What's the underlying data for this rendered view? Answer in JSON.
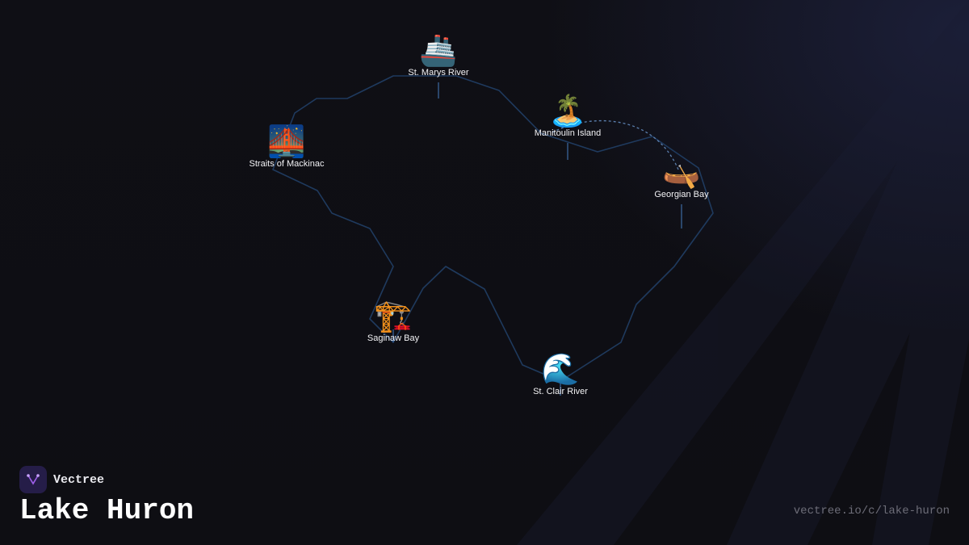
{
  "brand": {
    "name": "Vectree"
  },
  "map": {
    "title": "Lake Huron",
    "url": "vectree.io/c/lake-huron",
    "colors": {
      "shoreline": "#1f3a5e",
      "route": "#5b7fae",
      "background": "#0e0e13",
      "logo_bg": "#251d48",
      "logo_mark": "#9b5de5"
    },
    "markers": [
      {
        "label": "St. Marys River",
        "icon": "🚢",
        "icon_name": "ship-icon"
      },
      {
        "label": "Manitoulin Island",
        "icon": "🏝️",
        "icon_name": "island-icon"
      },
      {
        "label": "Straits of Mackinac",
        "icon": "🌉",
        "icon_name": "bridge-icon"
      },
      {
        "label": "Georgian Bay",
        "icon": "🛶",
        "icon_name": "canoe-icon"
      },
      {
        "label": "Saginaw Bay",
        "icon": "🏗️",
        "icon_name": "crane-icon"
      },
      {
        "label": "St. Clair River",
        "icon": "🌊",
        "icon_name": "wave-icon"
      }
    ]
  }
}
